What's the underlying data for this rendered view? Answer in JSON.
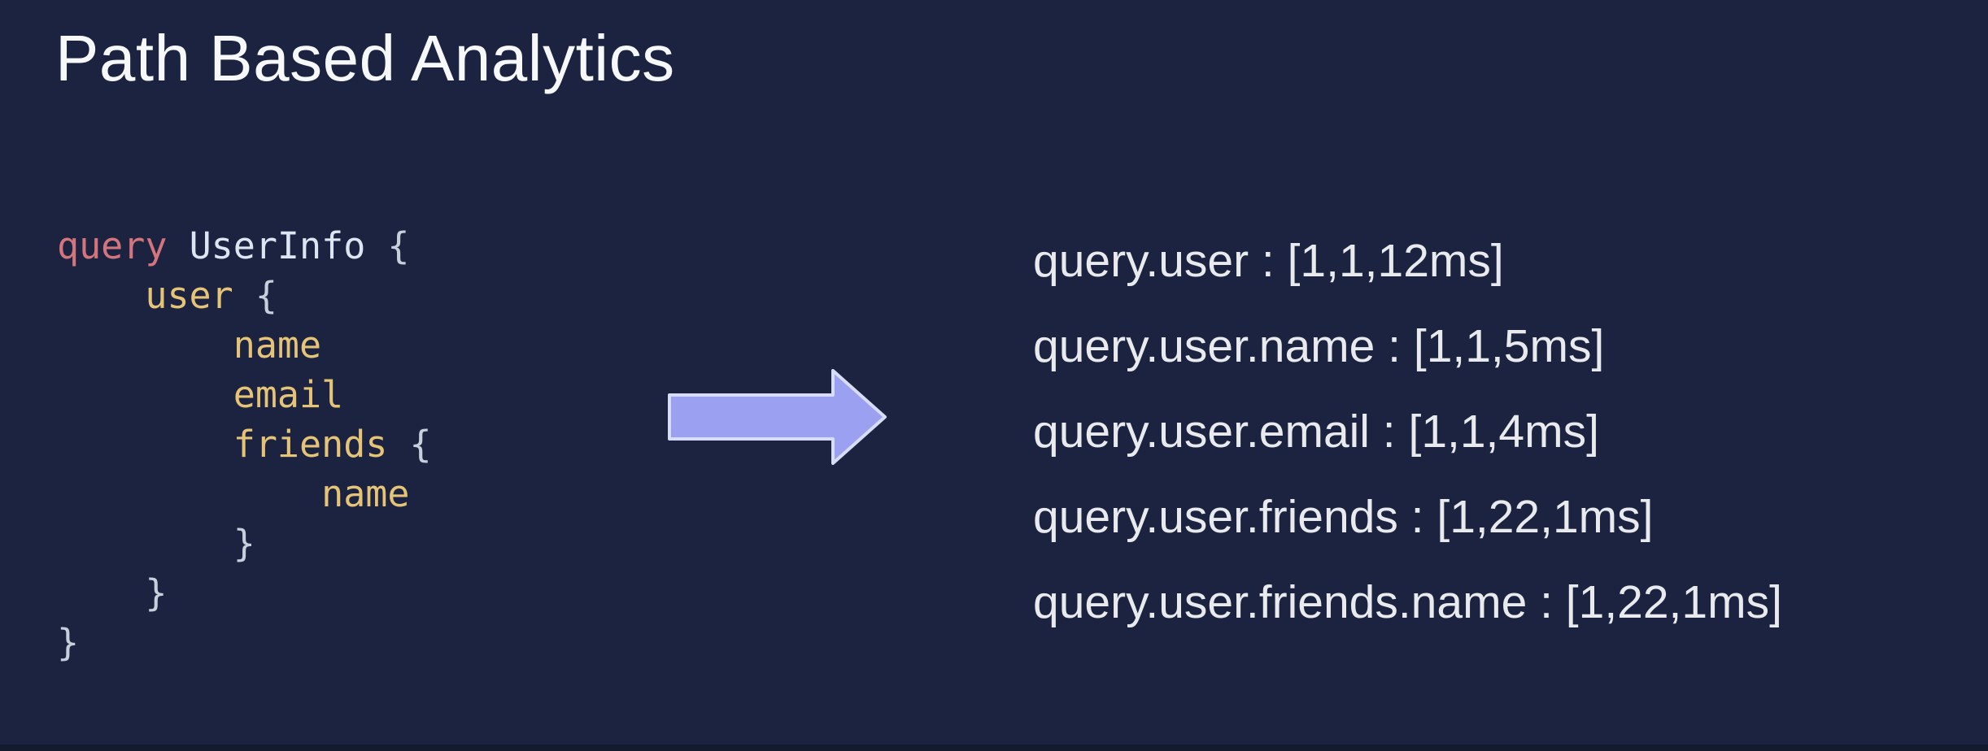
{
  "title": "Path Based Analytics",
  "colors": {
    "background": "#1b2340",
    "title_text": "#f7f8fa",
    "keyword": "#d4757e",
    "type_name": "#dce6f2",
    "brace": "#c6cfdc",
    "field": "#e5c377",
    "arrow_fill": "#9ca0f0",
    "arrow_stroke": "#d7dcf9",
    "result_text": "#e9eaed",
    "bottom_strip": "#141b2f"
  },
  "code": {
    "language": "graphql",
    "lines": [
      [
        {
          "t": "query ",
          "c": "keyword"
        },
        {
          "t": "UserInfo ",
          "c": "type"
        },
        {
          "t": "{",
          "c": "brace"
        }
      ],
      [
        {
          "t": "    ",
          "c": "plain"
        },
        {
          "t": "user ",
          "c": "field"
        },
        {
          "t": "{",
          "c": "brace"
        }
      ],
      [
        {
          "t": "        ",
          "c": "plain"
        },
        {
          "t": "name",
          "c": "field"
        }
      ],
      [
        {
          "t": "        ",
          "c": "plain"
        },
        {
          "t": "email",
          "c": "field"
        }
      ],
      [
        {
          "t": "        ",
          "c": "plain"
        },
        {
          "t": "friends ",
          "c": "field"
        },
        {
          "t": "{",
          "c": "brace"
        }
      ],
      [
        {
          "t": "            ",
          "c": "plain"
        },
        {
          "t": "name",
          "c": "field"
        }
      ],
      [
        {
          "t": "        ",
          "c": "plain"
        },
        {
          "t": "}",
          "c": "brace"
        }
      ],
      [
        {
          "t": "    ",
          "c": "plain"
        },
        {
          "t": "}",
          "c": "brace"
        }
      ],
      [
        {
          "t": "}",
          "c": "brace"
        }
      ]
    ]
  },
  "arrow": {
    "icon": "right-arrow"
  },
  "results": {
    "lines": [
      "query.user : [1,1,12ms]",
      "query.user.name : [1,1,5ms]",
      "query.user.email : [1,1,4ms]",
      "query.user.friends : [1,22,1ms]",
      "query.user.friends.name : [1,22,1ms]"
    ]
  }
}
